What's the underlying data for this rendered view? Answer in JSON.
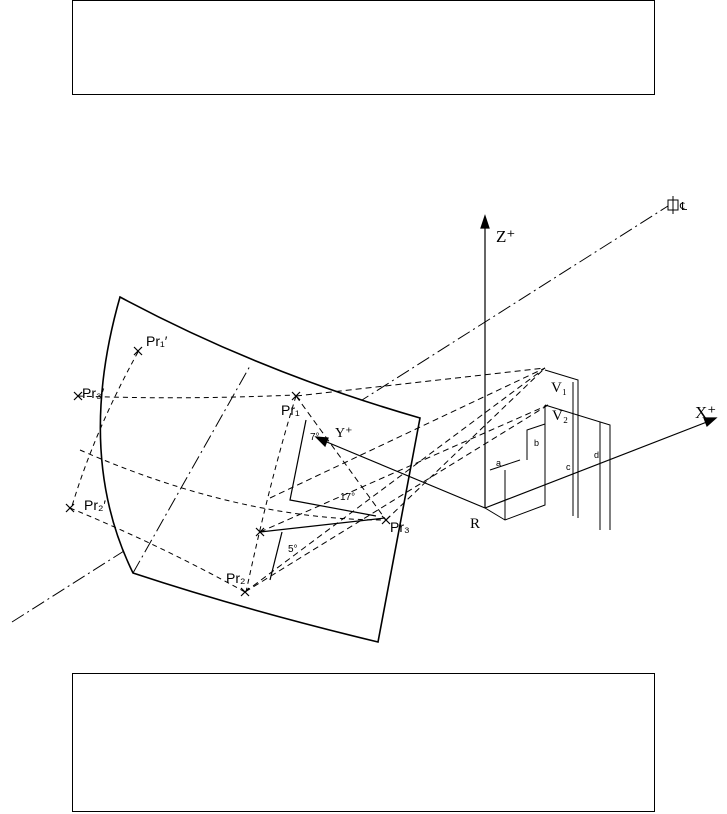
{
  "top_box": {
    "text": ""
  },
  "bottom_box": {
    "text": ""
  },
  "labels": {
    "z": "Z⁺",
    "x": "X⁺",
    "y": "Y⁺",
    "origin": "R",
    "v1": "V₁",
    "v2": "V₂",
    "pr1": "Pr₁",
    "pr2": "Pr₂",
    "pr3": "Pr₃",
    "pr1p": "Pr₁′",
    "pr2p": "Pr₂′",
    "pr3p": "Pr₃′",
    "ang7": "7°",
    "ang17": "17°",
    "ang5": "5°",
    "dim_a": "a",
    "dim_b": "b",
    "dim_c": "c",
    "dim_d": "d",
    "centerline": "℄"
  }
}
